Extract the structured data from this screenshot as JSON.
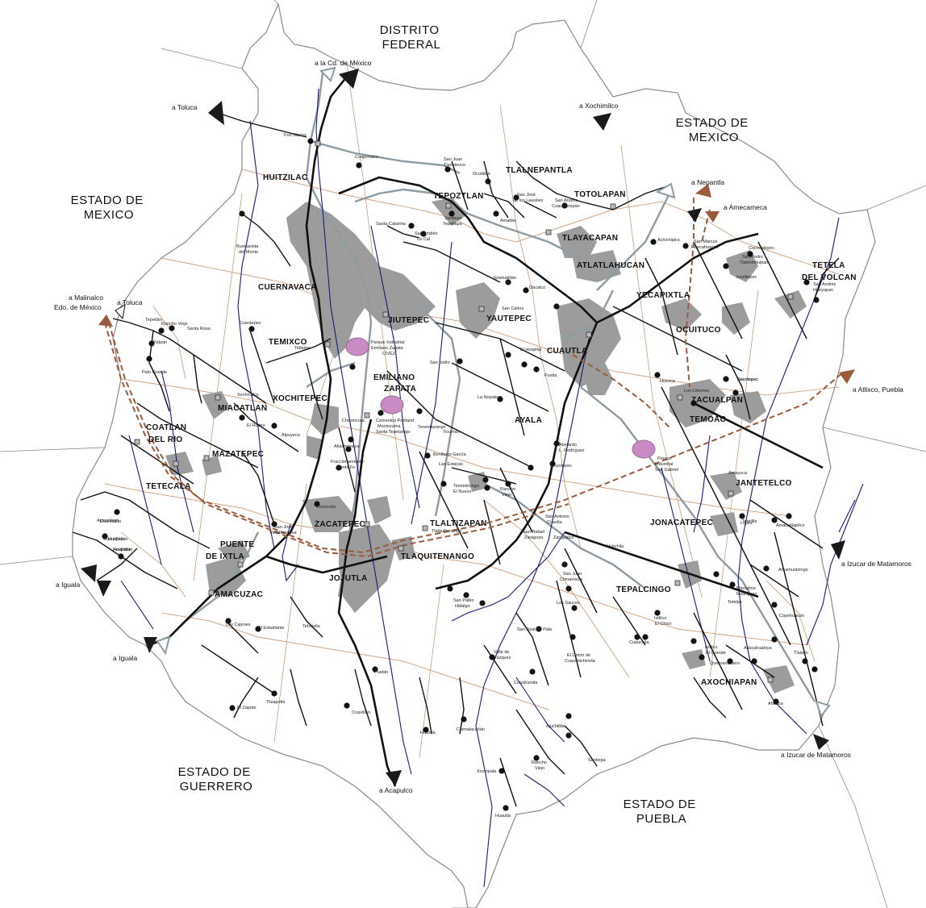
{
  "colors": {
    "boundary": "#8a8a8a",
    "municipal_boundary": "#c98a5b",
    "road_primary": "#111111",
    "road_secondary": "#111111",
    "highway_gray": "#8d9ba3",
    "river": "#1a1a7a",
    "urban_area": "#9c9c9c",
    "railway_dashed": "#9b5a3a",
    "marker_pink": "#c98bc4",
    "arrow_dark": "#1a1a1a",
    "arrow_brown": "#9b5a3a"
  },
  "state_labels": [
    {
      "id": "df",
      "lines": [
        "DISTRITO",
        "FEDERAL"
      ]
    },
    {
      "id": "mex-ne",
      "lines": [
        "ESTADO DE",
        "MEXICO"
      ]
    },
    {
      "id": "mex-w",
      "lines": [
        "ESTADO DE",
        "MEXICO"
      ]
    },
    {
      "id": "gro",
      "lines": [
        "ESTADO DE",
        "GUERRERO"
      ]
    },
    {
      "id": "pue",
      "lines": [
        "ESTADO DE",
        "PUEBLA"
      ]
    }
  ],
  "direction_labels": [
    {
      "id": "cdmx",
      "text": "a la Cd. de México"
    },
    {
      "id": "toluca1",
      "text": "a Toluca"
    },
    {
      "id": "xochimilco",
      "text": "a Xochimilco"
    },
    {
      "id": "nepantla",
      "text": "a Nepantla"
    },
    {
      "id": "amecameca",
      "text": "a Amecameca"
    },
    {
      "id": "malinalco",
      "lines": [
        "a Malinalco",
        "Edo. de México"
      ]
    },
    {
      "id": "toluca2",
      "text": "a Toluca"
    },
    {
      "id": "atlixco",
      "text": "a Atlixco, Puebla"
    },
    {
      "id": "izucar1",
      "text": "a Izucar de Matamoros"
    },
    {
      "id": "iguala1",
      "text": "a Iguala"
    },
    {
      "id": "iguala2",
      "text": "a Iguala"
    },
    {
      "id": "acapulco",
      "text": "a Acapulco"
    },
    {
      "id": "izucar2",
      "text": "a Izucar de Matamoros"
    }
  ],
  "municipalities": [
    {
      "id": "huitzilac",
      "lines": [
        "HUITZILAC"
      ]
    },
    {
      "id": "tepoztlan",
      "lines": [
        "TEPOZTLAN"
      ]
    },
    {
      "id": "tlalnepantla",
      "lines": [
        "TLALNEPANTLA"
      ]
    },
    {
      "id": "totolapan",
      "lines": [
        "TOTOLAPAN"
      ]
    },
    {
      "id": "tlayacapan",
      "lines": [
        "TLAYACAPAN"
      ]
    },
    {
      "id": "atlatlahucan",
      "lines": [
        "ATLATLAHUCAN"
      ]
    },
    {
      "id": "tetela",
      "lines": [
        "TETELA",
        "DEL VOLCAN"
      ]
    },
    {
      "id": "cuernavaca",
      "lines": [
        "CUERNAVACA"
      ]
    },
    {
      "id": "jiutepec",
      "lines": [
        "JIUTEPEC"
      ]
    },
    {
      "id": "yautepec",
      "lines": [
        "YAUTEPEC"
      ]
    },
    {
      "id": "yecapixtla",
      "lines": [
        "YECAPIXTLA"
      ]
    },
    {
      "id": "ocuituco",
      "lines": [
        "OCUITUCO"
      ]
    },
    {
      "id": "temixco",
      "lines": [
        "TEMIXCO"
      ]
    },
    {
      "id": "emiliano",
      "lines": [
        "EMILIANO",
        "ZAPATA"
      ]
    },
    {
      "id": "cuautla",
      "lines": [
        "CUAUTLA"
      ]
    },
    {
      "id": "zacualpan",
      "lines": [
        "ZACUALPAN"
      ]
    },
    {
      "id": "temoac",
      "lines": [
        "TEMOAC"
      ]
    },
    {
      "id": "miacatlan",
      "lines": [
        "MIACATLAN"
      ]
    },
    {
      "id": "xochitepec",
      "lines": [
        "XOCHITEPEC"
      ]
    },
    {
      "id": "ayala",
      "lines": [
        "AYALA"
      ]
    },
    {
      "id": "coatlan",
      "lines": [
        "COATLAN",
        "DEL RIO"
      ]
    },
    {
      "id": "mazatepec",
      "lines": [
        "MAZATEPEC"
      ]
    },
    {
      "id": "tetecala",
      "lines": [
        "TETECALA"
      ]
    },
    {
      "id": "jantetelco",
      "lines": [
        "JANTETELCO"
      ]
    },
    {
      "id": "zacatepec",
      "lines": [
        "ZACATEPEC"
      ]
    },
    {
      "id": "tlaltizapan",
      "lines": [
        "TLALTIZAPAN"
      ]
    },
    {
      "id": "jonacatepec",
      "lines": [
        "JONACATEPEC"
      ]
    },
    {
      "id": "puente",
      "lines": [
        "PUENTE",
        "DE IXTLA"
      ]
    },
    {
      "id": "tlaquiltenango",
      "lines": [
        "TLAQUITENANGO"
      ]
    },
    {
      "id": "jojutla",
      "lines": [
        "JOJUTLA"
      ]
    },
    {
      "id": "amacuzac",
      "lines": [
        "AMACUZAC"
      ]
    },
    {
      "id": "tepalcingo",
      "lines": [
        "TEPALCINGO"
      ]
    },
    {
      "id": "axochiapan",
      "lines": [
        "AXOCHIAPAN"
      ]
    }
  ],
  "localities": [
    {
      "id": "l1",
      "text": "Tres Marias"
    },
    {
      "id": "l2",
      "text": "Coajomulco"
    },
    {
      "id": "l3",
      "text": "San Juan"
    },
    {
      "id": "l4",
      "text": "Tlacotenco"
    },
    {
      "id": "l5",
      "text": "Ocotitlán"
    },
    {
      "id": "l6",
      "text": "San José"
    },
    {
      "id": "l7",
      "text": "de los Laureles"
    },
    {
      "id": "l8",
      "text": "San Andrés"
    },
    {
      "id": "l9",
      "text": "Cuauhtempan"
    },
    {
      "id": "l10",
      "text": "Amatlán"
    },
    {
      "id": "l11",
      "text": "Santiago"
    },
    {
      "id": "l12",
      "text": "Tepetlapa"
    },
    {
      "id": "l13",
      "text": "Santa Catarina"
    },
    {
      "id": "l14",
      "text": "San Andrés"
    },
    {
      "id": "l15",
      "text": "La Cal"
    },
    {
      "id": "l16",
      "text": "Buenavista"
    },
    {
      "id": "l17",
      "text": "del Monte"
    },
    {
      "id": "l18",
      "text": "Itzamatitlán"
    },
    {
      "id": "l19",
      "text": "Oacalco"
    },
    {
      "id": "l20",
      "text": "San Carlos"
    },
    {
      "id": "l21",
      "text": "Achichipico"
    },
    {
      "id": "l22",
      "text": "San Marcos"
    },
    {
      "id": "l23",
      "text": "Huecahuasco"
    },
    {
      "id": "l24",
      "text": "Cocoxatepec"
    },
    {
      "id": "l25",
      "text": "San Pedro"
    },
    {
      "id": "l26",
      "text": "Tlalmimilulpan"
    },
    {
      "id": "l27",
      "text": "Jumiltepec"
    },
    {
      "id": "l28",
      "text": "San Andrés"
    },
    {
      "id": "l29",
      "text": "Hueyapan"
    },
    {
      "id": "l30",
      "text": "Tepetlán"
    },
    {
      "id": "l31",
      "text": "Rancho Viejo"
    },
    {
      "id": "l32",
      "text": "Santa Rosa"
    },
    {
      "id": "l33",
      "text": "Palpan"
    },
    {
      "id": "l34",
      "text": "Cuentepec"
    },
    {
      "id": "l35",
      "text": "Tetlama"
    },
    {
      "id": "l36",
      "text": "Palo Grande"
    },
    {
      "id": "l37",
      "text": "Parque Industrial"
    },
    {
      "id": "l38",
      "text": "Emiliano Zapata"
    },
    {
      "id": "l39",
      "text": "CIVEZ"
    },
    {
      "id": "l40",
      "text": "San Isidro"
    },
    {
      "id": "l41",
      "text": "El Hospital"
    },
    {
      "id": "l42",
      "text": "Puxtla"
    },
    {
      "id": "l43",
      "text": "Huesca"
    },
    {
      "id": "l44",
      "text": "Los Limones"
    },
    {
      "id": "l45",
      "text": "Tlacotepec"
    },
    {
      "id": "l46",
      "text": "Xochicalco"
    },
    {
      "id": "l47",
      "text": "El Rodeo"
    },
    {
      "id": "l48",
      "text": "Alpuyeca"
    },
    {
      "id": "l49",
      "text": "Chiconcuac"
    },
    {
      "id": "l50",
      "text": "Cementos Portland"
    },
    {
      "id": "l51",
      "text": "Moctezuma"
    },
    {
      "id": "l52",
      "text": "Santa Tepetzingo"
    },
    {
      "id": "l53",
      "text": "La Nopalera"
    },
    {
      "id": "l54",
      "text": "Tenextepango"
    },
    {
      "id": "l55",
      "text": "Ticumán"
    },
    {
      "id": "l56",
      "text": "Abelardo"
    },
    {
      "id": "l57",
      "text": "L. Rodríguez"
    },
    {
      "id": "l58",
      "text": "Atlacholoaya"
    },
    {
      "id": "l59",
      "text": "Fraccionamiento"
    },
    {
      "id": "l60",
      "text": "Santa Fe"
    },
    {
      "id": "l61",
      "text": "Bonifacio García"
    },
    {
      "id": "l62",
      "text": "Las Estacas"
    },
    {
      "id": "l63",
      "text": "Moyotepec"
    },
    {
      "id": "l64",
      "text": "Parque"
    },
    {
      "id": "l65",
      "text": "Industrial"
    },
    {
      "id": "l66",
      "text": "San Gabriel"
    },
    {
      "id": "l67",
      "text": "Amayuca"
    },
    {
      "id": "l68",
      "text": "Temimilcingo"
    },
    {
      "id": "l69",
      "text": "El Nuevo"
    },
    {
      "id": "l70",
      "text": "Rancho"
    },
    {
      "id": "l71",
      "text": "Viejo"
    },
    {
      "id": "l72",
      "text": "Xoxocotla"
    },
    {
      "id": "l73",
      "text": "San José"
    },
    {
      "id": "l74",
      "text": "Vistahermosa"
    },
    {
      "id": "l75",
      "text": "San Antonio"
    },
    {
      "id": "l76",
      "text": "Cuaxtla"
    },
    {
      "id": "l77",
      "text": "San Rafael"
    },
    {
      "id": "l78",
      "text": "Zaragoza"
    },
    {
      "id": "l79",
      "text": "Zacapalco"
    },
    {
      "id": "l80",
      "text": "Huitchila"
    },
    {
      "id": "l81",
      "text": "Tetelilla"
    },
    {
      "id": "l82",
      "text": "Amacuitlapilco"
    },
    {
      "id": "l83",
      "text": "Ahuehuetzingo"
    },
    {
      "id": "l84",
      "text": "Cuahuixtla"
    },
    {
      "id": "l85",
      "text": "Huajintlán"
    },
    {
      "id": "l86",
      "text": "Xochitlán"
    },
    {
      "id": "l87",
      "text": "San Juan"
    },
    {
      "id": "l88",
      "text": "Chinameca"
    },
    {
      "id": "l89",
      "text": "Los Sauces"
    },
    {
      "id": "l90",
      "text": "Ixtlilco"
    },
    {
      "id": "l91",
      "text": "El Chico"
    },
    {
      "id": "l92",
      "text": "Marcelino"
    },
    {
      "id": "l93",
      "text": "Rodríguez"
    },
    {
      "id": "l94",
      "text": "Tetelpa"
    },
    {
      "id": "l95",
      "text": "Los Cajones"
    },
    {
      "id": "l96",
      "text": "El Estudiante"
    },
    {
      "id": "l97",
      "text": "Tehuixtla"
    },
    {
      "id": "l98",
      "text": "San Pablo"
    },
    {
      "id": "l99",
      "text": "Hidalgo"
    },
    {
      "id": "l100",
      "text": "San José de Pala"
    },
    {
      "id": "l101",
      "text": "Valle de"
    },
    {
      "id": "l102",
      "text": "Vázquez"
    },
    {
      "id": "l103",
      "text": "El Limón de"
    },
    {
      "id": "l104",
      "text": "Cuauchichinola"
    },
    {
      "id": "l105",
      "text": "Cuauchila"
    },
    {
      "id": "l106",
      "text": "Ixtlilco"
    },
    {
      "id": "l107",
      "text": "El Grande"
    },
    {
      "id": "l108",
      "text": "Atlacahualoya"
    },
    {
      "id": "l109",
      "text": "Quebrantadero"
    },
    {
      "id": "l110",
      "text": "Tlalayo"
    },
    {
      "id": "l111",
      "text": "Cayehuacán"
    },
    {
      "id": "l112",
      "text": "Pueblo"
    },
    {
      "id": "l113",
      "text": "Tilzapotla"
    },
    {
      "id": "l114",
      "text": "El Zapote"
    },
    {
      "id": "l115",
      "text": "Coaxitlán"
    },
    {
      "id": "l116",
      "text": "Chimalacatlán"
    },
    {
      "id": "l117",
      "text": "Huaxtla"
    },
    {
      "id": "l118",
      "text": "Coaxtrumila"
    },
    {
      "id": "l119",
      "text": "Ajuchitlán"
    },
    {
      "id": "l120",
      "text": "Xochipala"
    },
    {
      "id": "l121",
      "text": "Rancho"
    },
    {
      "id": "l122",
      "text": "Viejo"
    },
    {
      "id": "l123",
      "text": "Santiopa"
    },
    {
      "id": "l124",
      "text": "Huautla"
    },
    {
      "id": "l125",
      "text": "Ahuaca"
    },
    {
      "id": "l126",
      "text": "Tlalquiltenango"
    },
    {
      "id": "l127",
      "text": "Apanclingo"
    },
    {
      "id": "l128",
      "text": "Cuautitlán"
    },
    {
      "id": "l129",
      "text": "Huajintlán"
    },
    {
      "id": "l130",
      "text": "López"
    },
    {
      "id": "l131",
      "text": "Tlacotepec"
    }
  ]
}
